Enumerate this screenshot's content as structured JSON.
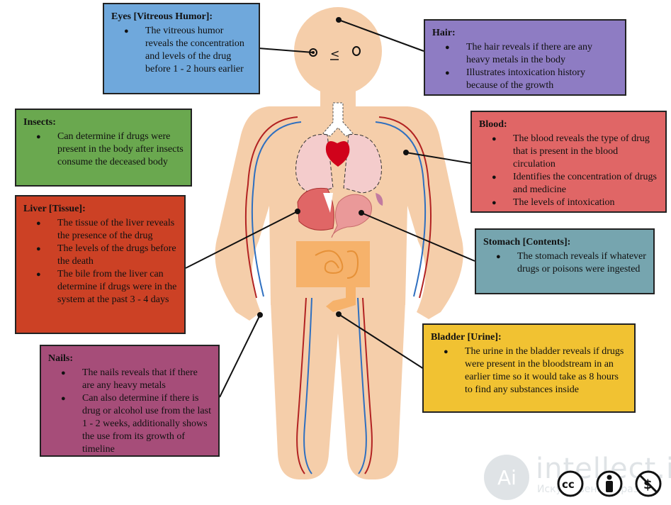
{
  "boxes": {
    "eyes": {
      "title": "Eyes [Vitreous Humor]:",
      "color": "#6fa8dc",
      "items": [
        "The vitreous humor reveals the concentration and levels of the drug before 1 - 2 hours earlier"
      ]
    },
    "hair": {
      "title": "Hair:",
      "color": "#8e7cc3",
      "items": [
        "The hair reveals if there are any heavy metals in the body",
        "Illustrates intoxication history because of the growth"
      ]
    },
    "insects": {
      "title": "Insects:",
      "color": "#6aa84f",
      "items": [
        "Can determine if drugs were present in the body after insects consume the deceased body"
      ]
    },
    "blood": {
      "title": "Blood:",
      "color": "#e06666",
      "items": [
        "The blood reveals the type of drug that is present in the blood circulation",
        "Identifies the concentration of drugs and medicine",
        "The levels of intoxication"
      ]
    },
    "liver": {
      "title": "Liver [Tissue]:",
      "color": "#cc4125",
      "items": [
        "The tissue of the liver reveals the presence of the drug",
        "The levels of the drugs before the death",
        "The bile from the liver can determine if drugs were in the system at the past 3 - 4 days"
      ]
    },
    "stomach": {
      "title": "Stomach [Contents]:",
      "color": "#76a5af",
      "items": [
        "The stomach reveals if whatever drugs or poisons were ingested"
      ]
    },
    "bladder": {
      "title": "Bladder [Urine]:",
      "color": "#f1c232",
      "items": [
        "The urine in the bladder reveals if drugs were present in the bloodstream in an earlier time so it would take as 8 hours to find any substances inside"
      ]
    },
    "nails": {
      "title": "Nails:",
      "color": "#a64d79",
      "items": [
        "The nails reveals that if there are any heavy metals",
        "Can also determine if there is drug or alcohol use from the last 1 - 2 weeks, additionally shows the use from its growth of timeline"
      ]
    }
  },
  "figure": {
    "face_mouth": "<",
    "skin_color": "#f5ceaa",
    "artery_color": "#b22222",
    "vein_color": "#2e6fc0",
    "heart_color": "#d0021b",
    "lung_color": "#f4cccc",
    "liver_color": "#e06666",
    "stomach_color": "#ea9999",
    "intestine_color": "#f6b26b"
  },
  "watermark": {
    "text": "intellect.icu",
    "sub": "Искусственный разум"
  }
}
